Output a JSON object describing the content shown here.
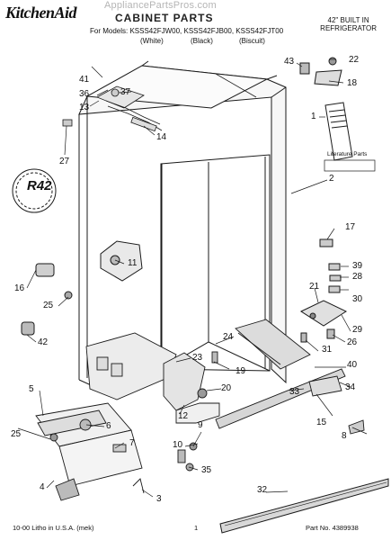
{
  "header": {
    "brand": "KitchenAid",
    "watermark": "AppliancePartsPros.com",
    "title": "CABINET PARTS",
    "models_line": "For Models: KSSS42FJW00, KSSS42FJB00, KSSS42FJT00",
    "colors": [
      "(White)",
      "(Black)",
      "(Biscuit)"
    ],
    "built_in": [
      "42\" BUILT IN",
      "REFRIGERATOR"
    ]
  },
  "diagram": {
    "literature_label": "Literature Parts",
    "callouts": [
      "41",
      "36",
      "37",
      "13",
      "14",
      "27",
      "43",
      "22",
      "18",
      "1",
      "2",
      "11",
      "17",
      "39",
      "28",
      "30",
      "21",
      "29",
      "26",
      "31",
      "16",
      "25",
      "42",
      "24",
      "23",
      "19",
      "40",
      "34",
      "33",
      "20",
      "12",
      "15",
      "5",
      "6",
      "7",
      "25",
      "10",
      "9",
      "8",
      "4",
      "35",
      "3",
      "32"
    ],
    "stamp_text": "R42"
  },
  "footer": {
    "left": "10-00 Litho in U.S.A. (mek)",
    "center": "1",
    "right": "Part No. 4389938"
  }
}
